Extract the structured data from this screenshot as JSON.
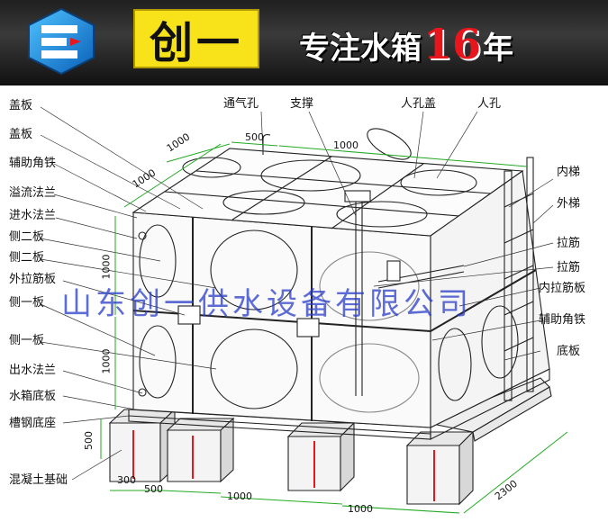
{
  "banner": {
    "brand_name": "创一",
    "slogan_text": "专注水箱",
    "slogan_years": "16",
    "slogan_suffix": "年"
  },
  "colors": {
    "dimension_line": "#22aa22",
    "slogan_accent": "#e6161c",
    "brand_box": "#f8e21a",
    "watermark": "#2b3cc8"
  },
  "labels": {
    "left": [
      "盖板",
      "盖板",
      "辅助角铁",
      "溢流法兰",
      "进水法兰",
      "侧二板",
      "侧二板",
      "外拉筋板",
      "侧一板",
      "侧一板",
      "出水法兰",
      "水箱底板",
      "槽钢底座",
      "混凝土基础"
    ],
    "top": [
      "通气孔",
      "支撑",
      "人孔盖",
      "人孔"
    ],
    "right": [
      "内梯",
      "外梯",
      "拉筋",
      "拉筋",
      "内拉筋板",
      "辅助角铁",
      "底板"
    ]
  },
  "dimensions": {
    "top_500": "500",
    "top_1000_a": "1000",
    "top_1000_b": "1000",
    "top_1000_c": "1000",
    "left_1000_a": "1000",
    "left_1000_b": "1000",
    "left_500": "500",
    "bottom_300": "300",
    "bottom_500": "500",
    "bottom_1000_a": "1000",
    "bottom_1000_b": "1000",
    "right_2300": "2300"
  },
  "watermark": "山东创一供水设备有限公司"
}
